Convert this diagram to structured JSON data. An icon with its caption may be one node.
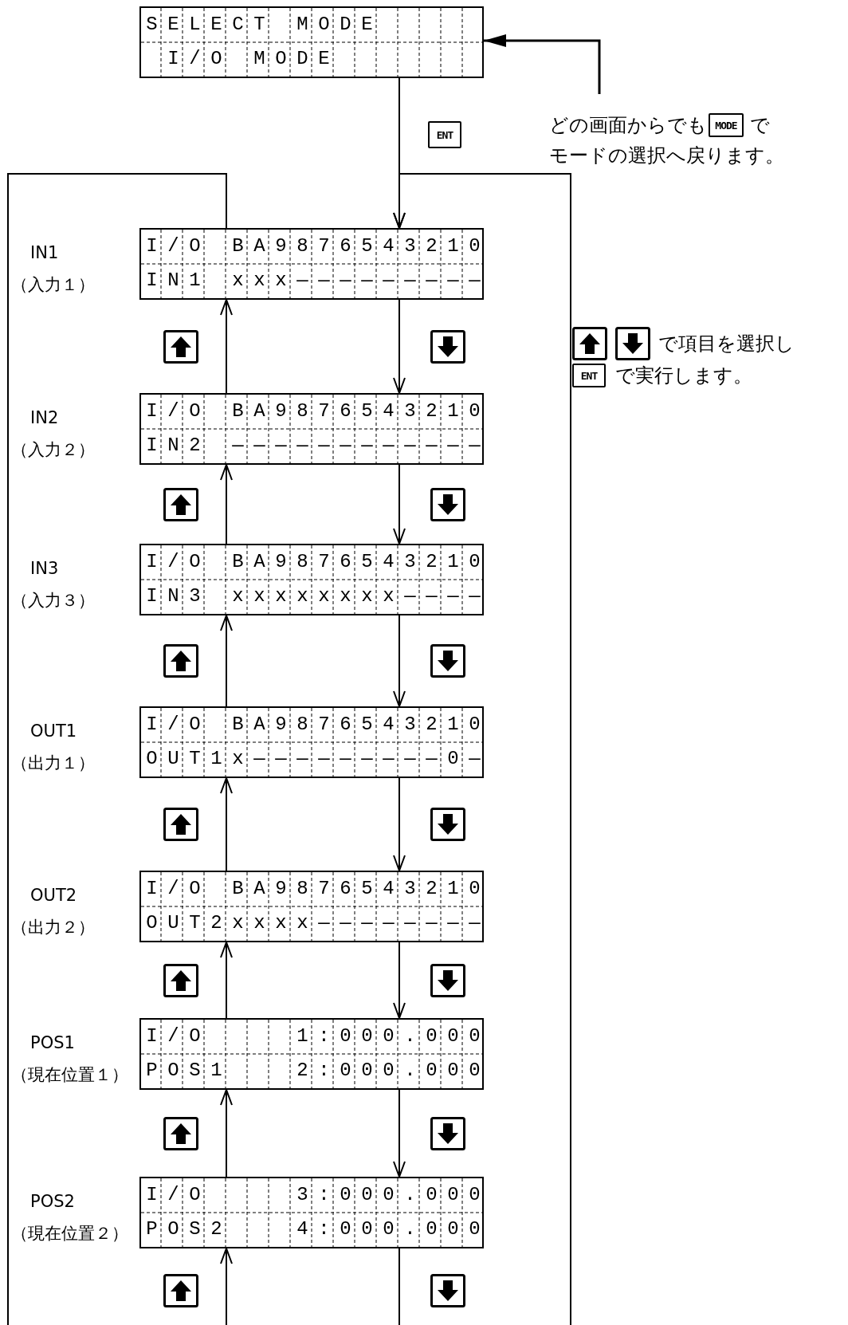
{
  "diagram": {
    "nodes": [
      {
        "text": [
          "SELECT MODE",
          " I/O MODE"
        ]
      },
      {
        "text": [
          "I/O BA9876543210",
          "IN1 xxx—————————"
        ],
        "beside": [
          "IN1",
          "（入力１）"
        ]
      },
      {
        "text": [
          "I/O BA9876543210",
          "IN2 ————————————"
        ],
        "beside": [
          "IN2",
          "（入力２）"
        ]
      },
      {
        "text": [
          "I/O BA9876543210",
          "IN3 xxxxxxxx————"
        ],
        "beside": [
          "IN3",
          "（入力３）"
        ]
      },
      {
        "text": [
          "I/O BA9876543210",
          "OUT1x—————————0—"
        ],
        "beside": [
          "OUT1",
          "（出力１）"
        ]
      },
      {
        "text": [
          "I/O BA9876543210",
          "OUT2xxxx————————"
        ],
        "beside": [
          "OUT2",
          "（出力２）"
        ]
      },
      {
        "text": [
          "I/O    1:000.000",
          "POS1   2:000.000"
        ],
        "beside": [
          "POS1",
          "（現在位置１）"
        ]
      },
      {
        "text": [
          "I/O    3:000.000",
          "POS2   4:000.000"
        ],
        "beside": [
          "POS2",
          "（現在位置２）"
        ]
      },
      {
        "text": [
          "どの画面からでも",
          "で",
          "モードの選択へ戻ります。"
        ]
      },
      {
        "text": [
          "MODE"
        ],
        "in": 8
      }
    ],
    "edges": [
      {
        "from": 0,
        "to": 1,
        "arrow": "to",
        "label": "ENT"
      },
      {
        "from": 1,
        "to": 2,
        "arrow": "to"
      },
      {
        "from": 2,
        "to": 3,
        "arrow": "to"
      },
      {
        "from": 3,
        "to": 4,
        "arrow": "to"
      },
      {
        "from": 4,
        "to": 5,
        "arrow": "to"
      },
      {
        "from": 5,
        "to": 6,
        "arrow": "to"
      },
      {
        "from": 6,
        "to": 7,
        "arrow": "to"
      },
      {
        "from": 7,
        "to": null,
        "arrow": "none"
      },
      {
        "from": null,
        "to": 1,
        "arrow": "to"
      },
      {
        "from": 2,
        "to": 1,
        "arrow": "to"
      },
      {
        "from": 3,
        "to": 2,
        "arrow": "to"
      },
      {
        "from": 4,
        "to": 3,
        "arrow": "to"
      },
      {
        "from": 5,
        "to": 4,
        "arrow": "to"
      },
      {
        "from": 6,
        "to": 5,
        "arrow": "to"
      },
      {
        "from": 7,
        "to": 6,
        "arrow": "to"
      },
      {
        "from": 1,
        "to": null,
        "arrow": "none"
      },
      {
        "from": null,
        "to": 7,
        "arrow": "to"
      },
      {
        "from": 8,
        "to": 0,
        "arrow": "to"
      }
    ],
    "labels": [
      "で項目を選択し",
      "ENT",
      "で実行します。"
    ]
  }
}
